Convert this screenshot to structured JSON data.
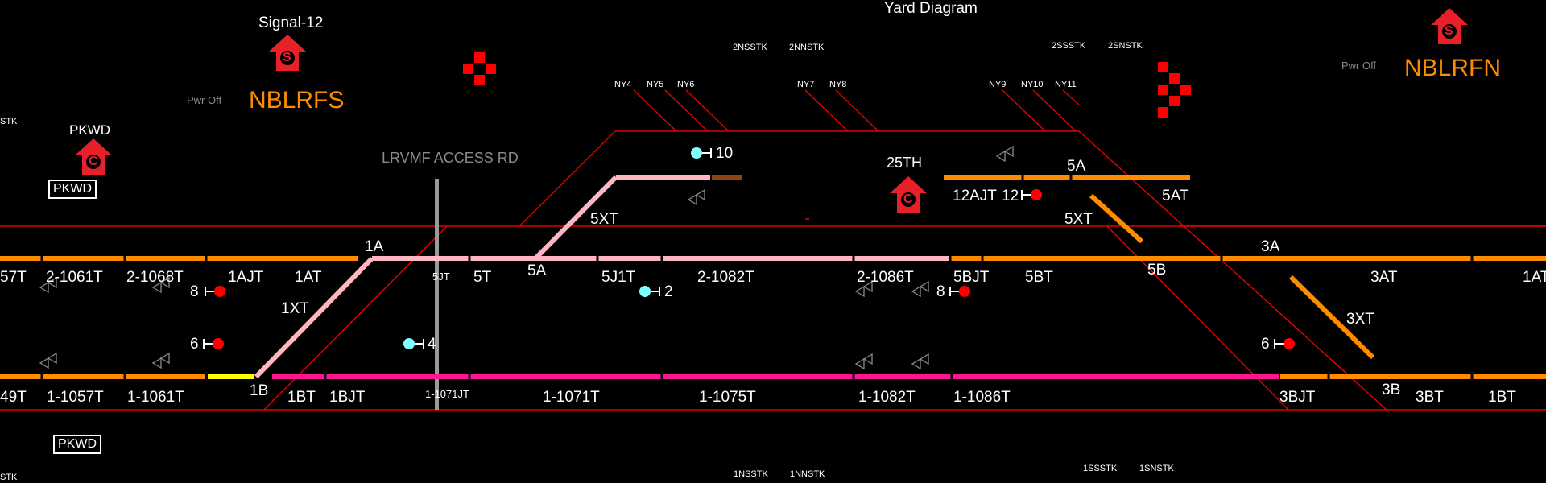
{
  "title": "Yard Diagram",
  "signals": {
    "signal_12": "Signal-12",
    "nblrfs": "NBLRFS",
    "nblrfn": "NBLRFN",
    "pwr_off_left": "Pwr Off",
    "pwr_off_right": "Pwr Off",
    "pkwd_top": "PKWD",
    "pkwd_box_top": "PKWD",
    "pkwd_box_bottom": "PKWD",
    "lrvmf": "LRVMF ACCESS RD",
    "sig_25th": "25TH",
    "s_glyph": "S",
    "c_glyph": "C"
  },
  "stubs": {
    "top_left": "2NSSTK",
    "top_left2": "2NNSTK",
    "top_right": "2SSSTK",
    "top_right2": "2SNSTK",
    "bottom_left": "1NSSTK",
    "bottom_left2": "1NNSTK",
    "bottom_right": "1SSSTK",
    "bottom_right2": "1SNSTK",
    "edge_top": "STK",
    "edge_bottom": "STK"
  },
  "yard_tracks": [
    "NY4",
    "NY5",
    "NY6",
    "NY7",
    "NY8",
    "NY9",
    "NY10",
    "NY11"
  ],
  "track_labels": {
    "t57": "57T",
    "t2_1061": "2-1061T",
    "t2_1068": "2-1068T",
    "t1ajt": "1AJT",
    "t1at": "1AT",
    "t5jt": "5JT",
    "t5t": "5T",
    "t5a_low": "5A",
    "t5j1t": "5J1T",
    "t2_1082": "2-1082T",
    "t2_1086": "2-1086T",
    "t5bjt": "5BJT",
    "t5bt": "5BT",
    "t3a": "3A",
    "t3at": "3AT",
    "t1at_r": "1AT",
    "t49": "49T",
    "t1_1057": "1-1057T",
    "t1_1061": "1-1061T",
    "t1b": "1B",
    "t1bt": "1BT",
    "t1bjt": "1BJT",
    "t1_1071jt": "1-1071JT",
    "t1_1071": "1-1071T",
    "t1_1075": "1-1075T",
    "t1_1082": "1-1082T",
    "t1_1086": "1-1086T",
    "t3bjt": "3BJT",
    "t3b": "3B",
    "t3bt": "3BT",
    "t1bt_r": "1BT",
    "t1a": "1A",
    "t1xt": "1XT",
    "t5xt": "5XT",
    "t5xt_r": "5XT",
    "t5a_up": "5A",
    "t5b": "5B",
    "t3xt": "3XT",
    "t12ajt": "12AJT",
    "t5at": "5AT"
  },
  "signal_numbers": {
    "n10": "10",
    "n2": "2",
    "n4": "4",
    "n8_left": "8",
    "n6_left": "6",
    "n8_right": "8",
    "n12": "12",
    "n6_right": "6"
  },
  "colors": {
    "background": "#000000",
    "boundary": "#e00000",
    "track_orange": "#ff8c00",
    "track_pink": "#ffb6c1",
    "track_magenta": "#ff1493",
    "track_yellow": "#ffff00",
    "track_brown": "#8b4513",
    "signal_red": "#ff0000",
    "signal_cyan": "#7fffff",
    "platform_gray": "#9a9a9a"
  }
}
